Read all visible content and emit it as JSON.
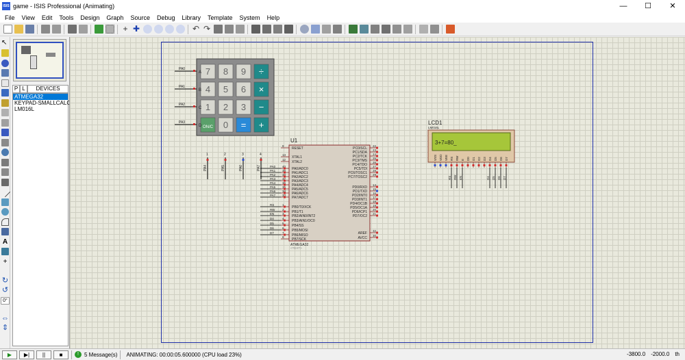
{
  "window": {
    "title": "game - ISIS Professional (Animating)",
    "icon_text": "ISIS",
    "min_label": "—",
    "max_label": "☐",
    "close_label": "✕"
  },
  "menu": [
    "File",
    "View",
    "Edit",
    "Tools",
    "Design",
    "Graph",
    "Source",
    "Debug",
    "Library",
    "Template",
    "System",
    "Help"
  ],
  "panel": {
    "p_label": "P",
    "l_label": "L",
    "devices_header": "DEVICES",
    "devices": [
      "ATMEGA32",
      "KEYPAD-SMALLCALC",
      "LM016L"
    ],
    "selected_index": 0
  },
  "keypad": {
    "keys": [
      [
        "7",
        "8",
        "9",
        "÷"
      ],
      [
        "4",
        "5",
        "6",
        "×"
      ],
      [
        "1",
        "2",
        "3",
        "−"
      ],
      [
        "ON/C",
        "0",
        "=",
        "+"
      ]
    ],
    "row_labels": [
      "A",
      "B",
      "C",
      "D"
    ],
    "row_nets": [
      "PA0",
      "PA1",
      "PA2",
      "PA3"
    ],
    "col_labels": [
      "1",
      "2",
      "3",
      "4"
    ],
    "col_nets": [
      "PA4",
      "PA5",
      "PA6",
      "PA7"
    ]
  },
  "mcu": {
    "ref": "U1",
    "part": "ATMEGA32",
    "text_placeholder": "<TEXT>",
    "left_pins": [
      {
        "num": "9",
        "name": "RESET"
      },
      {
        "num": "13",
        "name": "XTAL1"
      },
      {
        "num": "12",
        "name": "XTAL2"
      },
      {
        "num": "40",
        "name": "PA0/ADC0"
      },
      {
        "num": "39",
        "name": "PA1/ADC1"
      },
      {
        "num": "38",
        "name": "PA2/ADC2"
      },
      {
        "num": "37",
        "name": "PA3/ADC3"
      },
      {
        "num": "36",
        "name": "PA4/ADC4"
      },
      {
        "num": "35",
        "name": "PA5/ADC5"
      },
      {
        "num": "34",
        "name": "PA6/ADC6"
      },
      {
        "num": "33",
        "name": "PA7/ADC7"
      },
      {
        "num": "1",
        "name": "PB0/T0/XCK"
      },
      {
        "num": "2",
        "name": "PB1/T1"
      },
      {
        "num": "3",
        "name": "PB2/AIN0/INT2"
      },
      {
        "num": "4",
        "name": "PB3/AIN1/OC0"
      },
      {
        "num": "5",
        "name": "PB4/SS"
      },
      {
        "num": "6",
        "name": "PB5/MOSI"
      },
      {
        "num": "7",
        "name": "PB6/MISO"
      },
      {
        "num": "8",
        "name": "PB7/SCK"
      }
    ],
    "left_nets": [
      "",
      "",
      "",
      "PA0",
      "PA1",
      "PA2",
      "PA3",
      "PA4",
      "PA5",
      "PA6",
      "PA7",
      "RS",
      "RW",
      "EN",
      "D4",
      "D5",
      "D6",
      "D7",
      ""
    ],
    "right_pins": [
      {
        "num": "22",
        "name": "PC0/SCL"
      },
      {
        "num": "23",
        "name": "PC1/SDA"
      },
      {
        "num": "24",
        "name": "PC2/TCK"
      },
      {
        "num": "25",
        "name": "PC3/TMS"
      },
      {
        "num": "26",
        "name": "PC4/TDO"
      },
      {
        "num": "27",
        "name": "PC5/TDI"
      },
      {
        "num": "28",
        "name": "PC6/TOSC1"
      },
      {
        "num": "29",
        "name": "PC7/TOSC2"
      },
      {
        "num": "14",
        "name": "PD0/RXD"
      },
      {
        "num": "15",
        "name": "PD1/TXD"
      },
      {
        "num": "16",
        "name": "PD2/INT0"
      },
      {
        "num": "17",
        "name": "PD3/INT1"
      },
      {
        "num": "18",
        "name": "PD4/OC1B"
      },
      {
        "num": "19",
        "name": "PD5/OC1A"
      },
      {
        "num": "20",
        "name": "PD6/ICP1"
      },
      {
        "num": "21",
        "name": "PD7/OC2"
      },
      {
        "num": "32",
        "name": "AREF"
      },
      {
        "num": "30",
        "name": "AVCC"
      }
    ]
  },
  "lcd": {
    "ref": "LCD1",
    "part": "LM016L",
    "display_text": "3+7=80_",
    "pins": [
      "VSS",
      "VDD",
      "VEE",
      "RS",
      "RW",
      "E",
      "D0",
      "D1",
      "D2",
      "D3",
      "D4",
      "D5",
      "D6",
      "D7"
    ],
    "nets": [
      "",
      "",
      "",
      "RS",
      "RW",
      "EN",
      "",
      "",
      "",
      "",
      "D4",
      "D5",
      "D6",
      "D7"
    ]
  },
  "status": {
    "play": "▶",
    "step": "▶|",
    "pause": "||",
    "stop": "■",
    "messages": "5 Message(s)",
    "animating": "ANIMATING: 00:00:05.600000 (CPU load 23%)",
    "x": "-3800.0",
    "y": "-2000.0",
    "unit": "th"
  },
  "left_vertical": {
    "angle": "0°"
  }
}
